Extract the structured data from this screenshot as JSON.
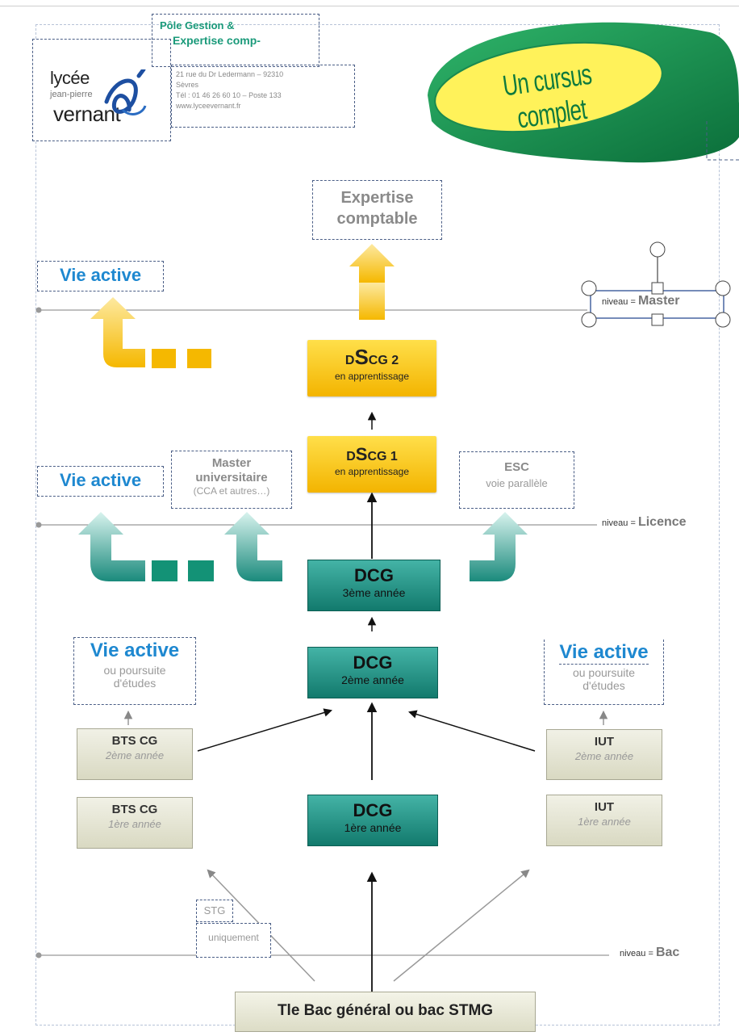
{
  "header": {
    "logo": {
      "line1": "lycée",
      "line2": "jean-pierre",
      "line3": "vernant"
    },
    "pole_line1": "Pôle Gestion &",
    "pole_line2": "Expertise comp-",
    "address": [
      "21 rue du Dr Ledermann – 92310",
      "Sèvres",
      "Tél : 01 46 26 60 10 – Poste 133",
      "www.lyceevernant.fr"
    ],
    "badge": "Un cursus complet"
  },
  "levels": {
    "master": {
      "prefix": "niveau = ",
      "name": "Master"
    },
    "licence": {
      "prefix": "niveau = ",
      "name": "Licence"
    },
    "bac": {
      "prefix": "niveau = ",
      "name": "Bac"
    }
  },
  "expertise": {
    "line1": "Expertise",
    "line2": "comptable"
  },
  "vie_active_top": "Vie active",
  "vie_active_mid": "Vie active",
  "vie_active_left": {
    "title": "Vie active",
    "sub1": "ou poursuite",
    "sub2": "d'études"
  },
  "vie_active_right": {
    "title": "Vie active",
    "sub1": "ou poursuite",
    "sub2": "d'études"
  },
  "master_univ": {
    "line1": "Master",
    "line2": "universitaire",
    "line3": "(CCA et autres…)"
  },
  "esc": {
    "line1": "ESC",
    "line2": "voie parallèle"
  },
  "dscg2": {
    "d": "D",
    "s": "S",
    "cg": "CG 2",
    "sub": "en apprentissage"
  },
  "dscg1": {
    "d": "D",
    "s": "S",
    "cg": "CG 1",
    "sub": "en apprentissage"
  },
  "dcg3": {
    "title": "DCG",
    "sub": "3ème année"
  },
  "dcg2": {
    "title": "DCG",
    "sub": "2ème année"
  },
  "dcg1": {
    "title": "DCG",
    "sub": "1ère année"
  },
  "bts2": {
    "title": "BTS CG",
    "sub": "2ème année"
  },
  "bts1": {
    "title": "BTS CG",
    "sub": "1ère année"
  },
  "iut2": {
    "title": "IUT",
    "sub": "2ème année"
  },
  "iut1": {
    "title": "IUT",
    "sub": "1ère année"
  },
  "stg": "STG",
  "uniquement": "uniquement",
  "bottom": "Tle Bac général ou bac STMG",
  "colors": {
    "teal": "#1a8a7c",
    "yellow": "#f7c51a",
    "blue": "#1e88d0",
    "green_badge": "#1c9a5a"
  }
}
